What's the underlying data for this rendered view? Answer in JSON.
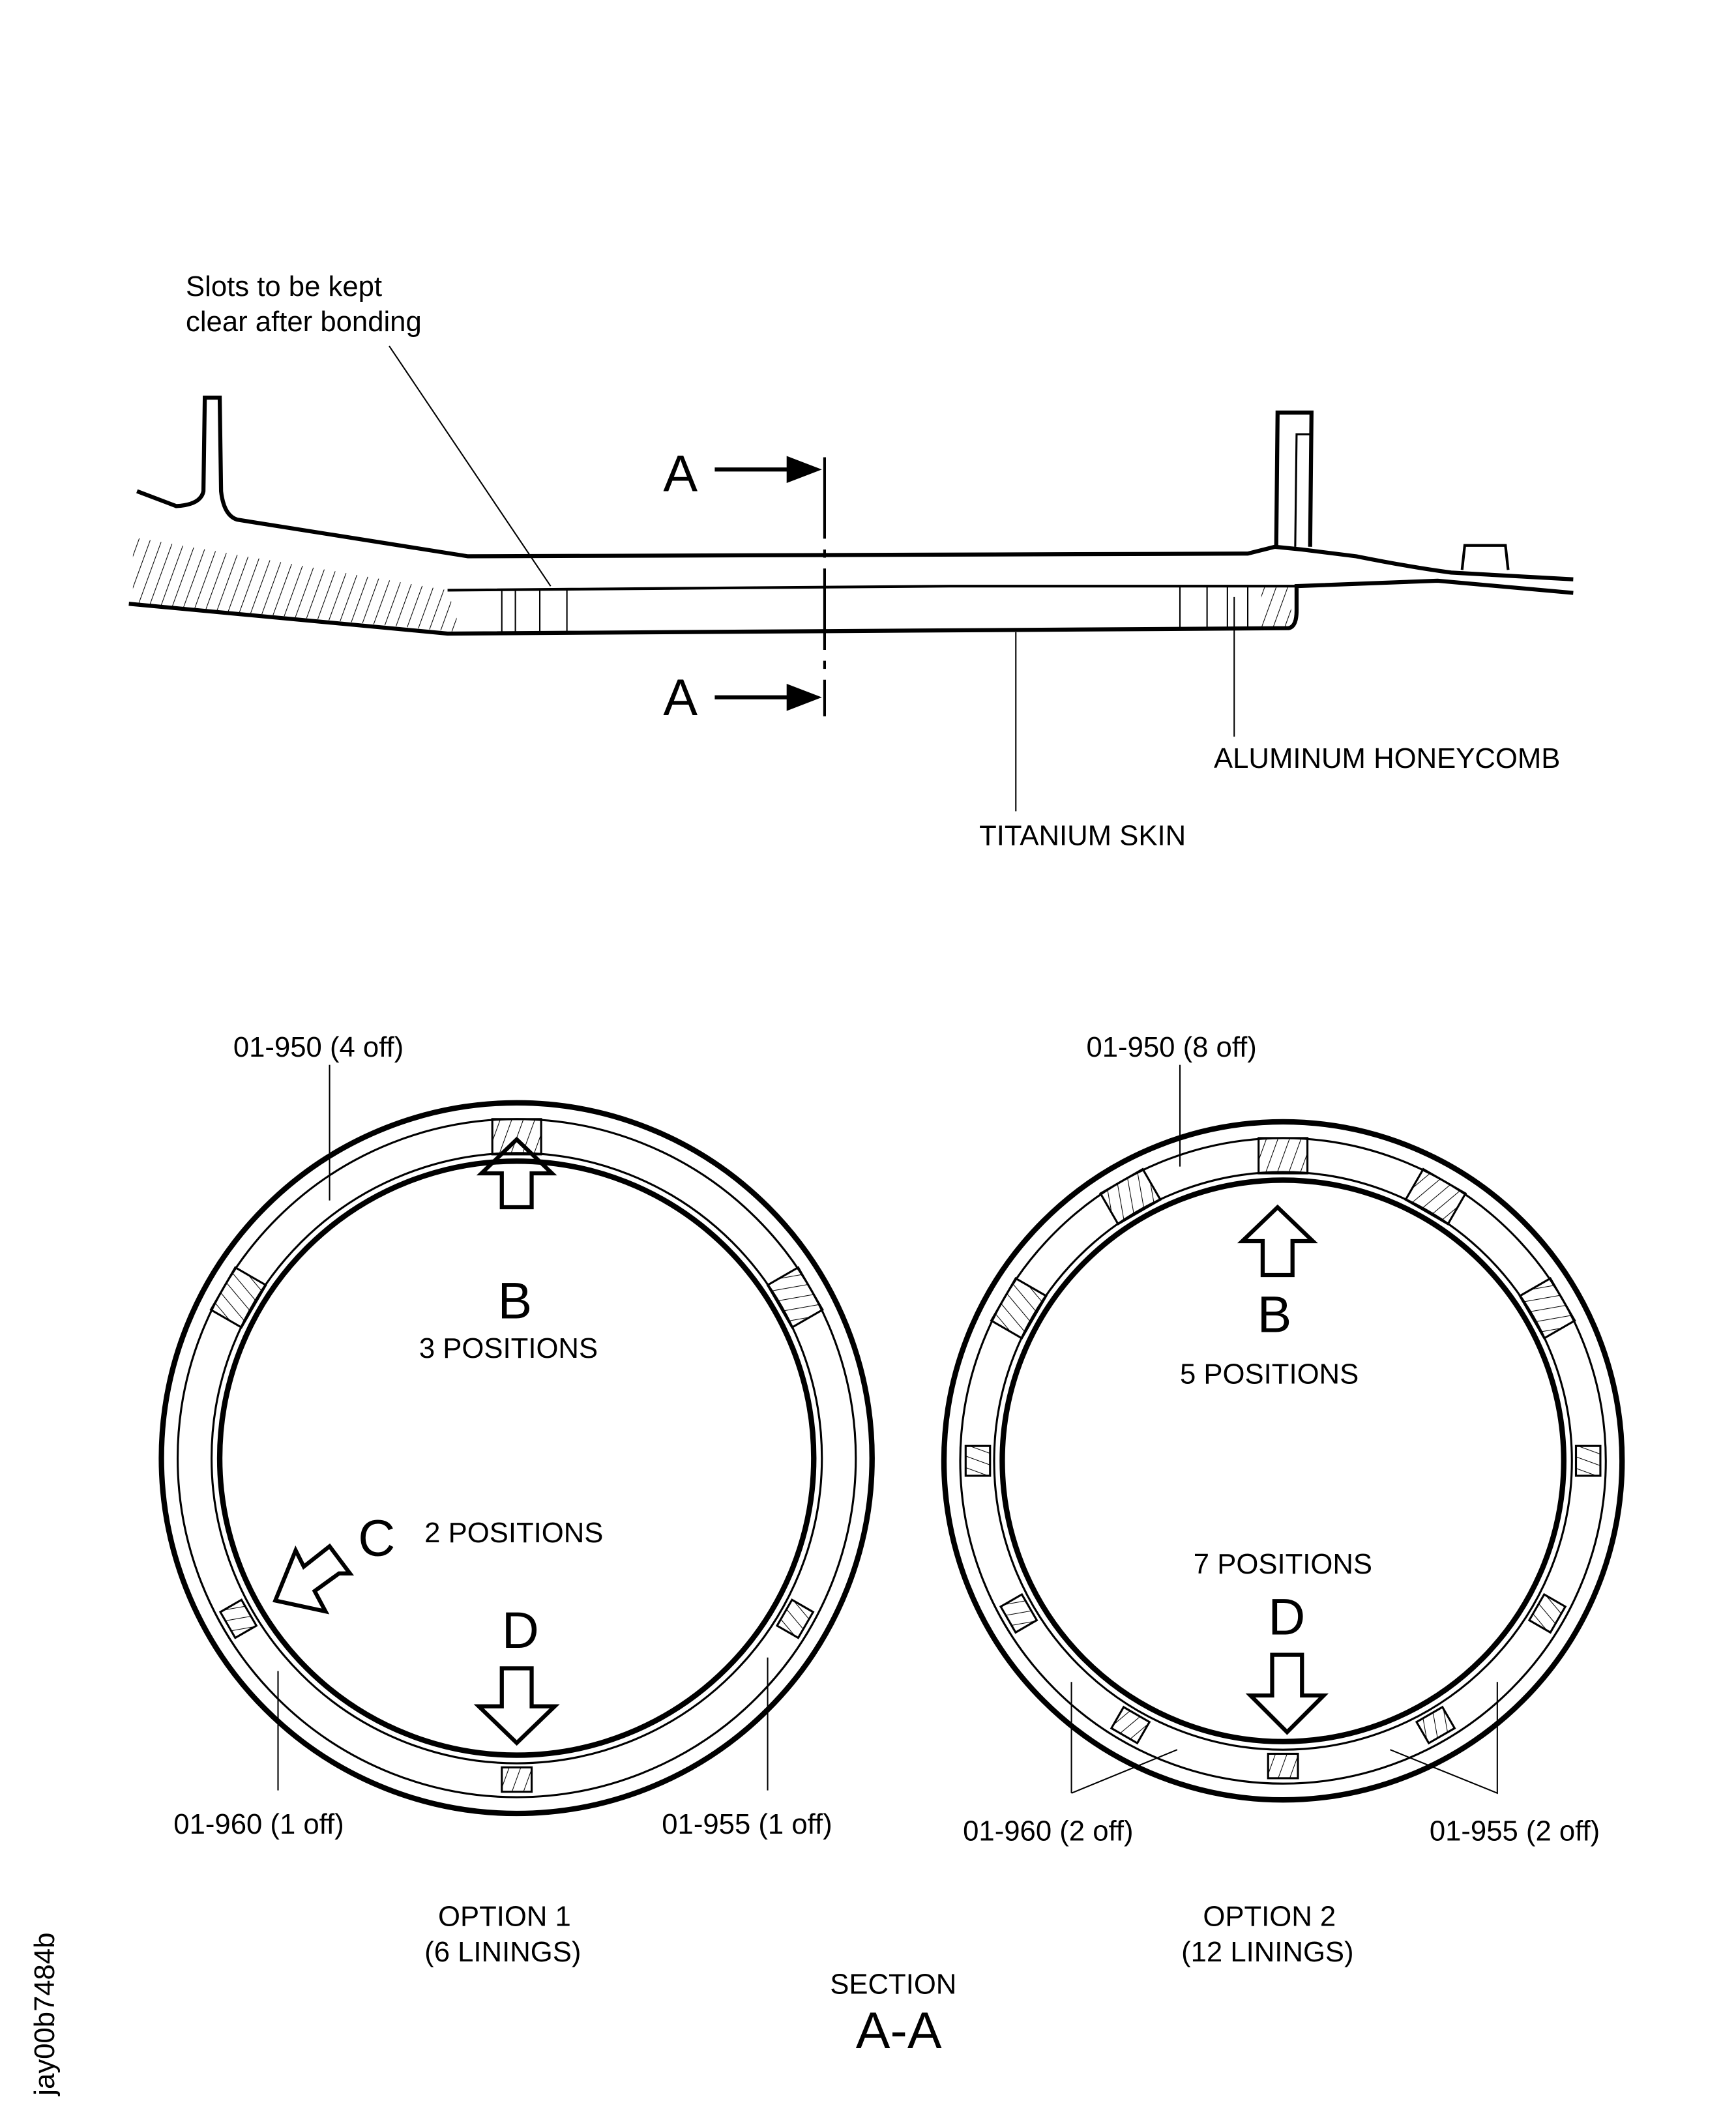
{
  "top_view": {
    "slots_note_line1": "Slots to be kept",
    "slots_note_line2": "clear after bonding",
    "section_marker_top": "A",
    "section_marker_bottom": "A",
    "honeycomb_label": "ALUMINUM HONEYCOMB",
    "skin_label": "TITANIUM SKIN"
  },
  "option1": {
    "part_950": "01-950 (4 off)",
    "part_960": "01-960 (1 off)",
    "part_955": "01-955 (1 off)",
    "view_b": "B",
    "b_positions": "3 POSITIONS",
    "view_c": "C",
    "c_positions": "2 POSITIONS",
    "view_d": "D",
    "title_line1": "OPTION 1",
    "title_line2": "(6 LININGS)",
    "lining_angles": [
      90,
      30,
      150,
      210,
      330,
      270
    ]
  },
  "option2": {
    "part_950": "01-950 (8 off)",
    "part_960": "01-960 (2 off)",
    "part_955": "01-955 (2 off)",
    "view_b": "B",
    "b_positions": "5 POSITIONS",
    "d_positions": "7 POSITIONS",
    "view_d": "D",
    "title_line1": "OPTION 2",
    "title_line2": "(12 LININGS)",
    "lining_angles": [
      0,
      30,
      60,
      90,
      120,
      150,
      180,
      210,
      240,
      270,
      300,
      330
    ]
  },
  "section": {
    "label": "SECTION",
    "name": "A-A"
  },
  "figure_id": "jay00b7484b"
}
